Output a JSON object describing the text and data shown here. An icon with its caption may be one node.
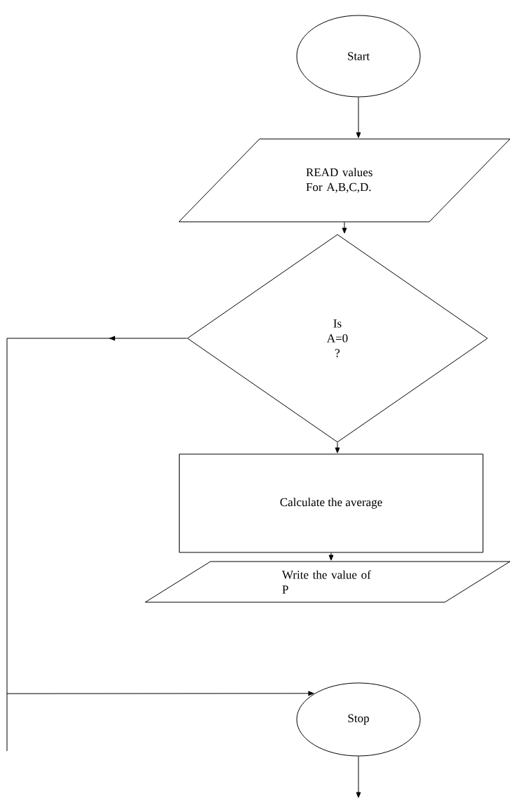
{
  "diagram": {
    "nodes": [
      {
        "text": [
          "Start"
        ]
      },
      {
        "text": [
          "READ values For A,B,C,D."
        ]
      },
      {
        "text": [
          "Is A=0 ?"
        ]
      },
      {
        "text": [
          "Calculate the average"
        ]
      },
      {
        "text": [
          "Write the value of P"
        ]
      },
      {
        "text": [
          "Stop"
        ]
      }
    ],
    "edges": [
      {
        "from": 0,
        "to": 1,
        "arrow": "to"
      },
      {
        "from": 1,
        "to": 2,
        "arrow": "to"
      },
      {
        "from": 2,
        "to": 3,
        "arrow": "to"
      },
      {
        "from": 3,
        "to": 4,
        "arrow": "to"
      },
      {
        "from": 2,
        "to": 5,
        "arrow": "to"
      },
      {
        "from": 5,
        "to": null,
        "arrow": "to"
      }
    ]
  }
}
